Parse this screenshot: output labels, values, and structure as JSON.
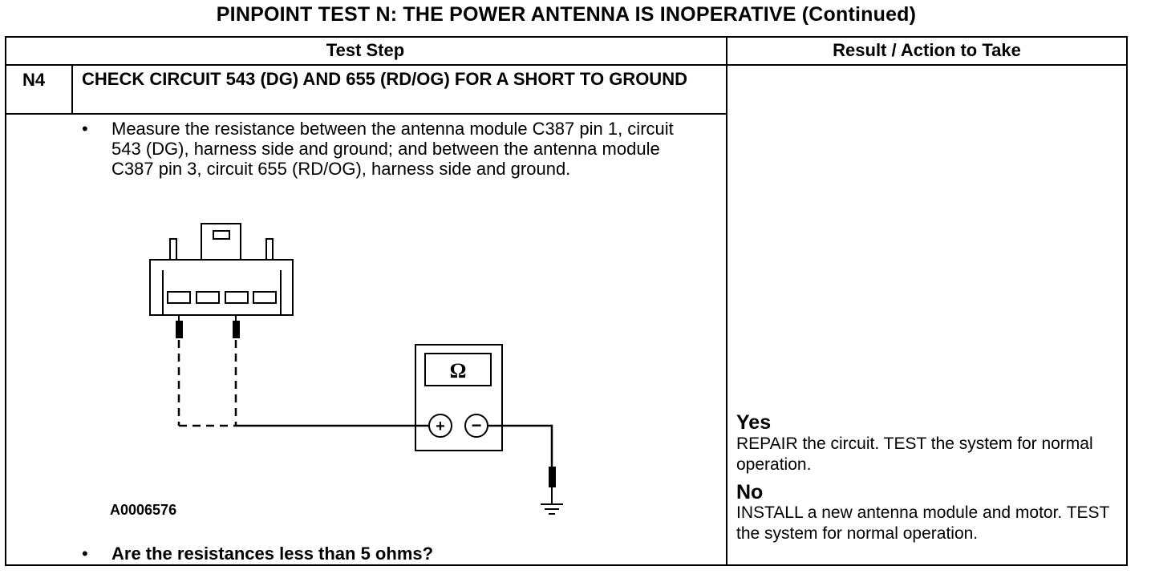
{
  "title": "PINPOINT TEST  N: THE POWER ANTENNA IS INOPERATIVE (Continued)",
  "headers": {
    "test_step": "Test Step",
    "result": "Result / Action to Take"
  },
  "step": {
    "id": "N4",
    "title": "CHECK CIRCUIT 543 (DG) AND 655 (RD/OG) FOR A SHORT TO GROUND",
    "bullet": "•",
    "instruction": "Measure the resistance between the antenna module C387 pin 1, circuit 543 (DG), harness side and ground; and between the antenna module C387 pin 3, circuit 655 (RD/OG), harness side and ground.",
    "figure_id": "A0006576",
    "question": "Are the resistances less than 5 ohms?"
  },
  "meter": {
    "symbol": "Ω",
    "plus": "+",
    "minus": "−"
  },
  "results": {
    "yes_label": "Yes",
    "yes_text": "REPAIR the circuit. TEST the system for normal operation.",
    "no_label": "No",
    "no_text": "INSTALL a new antenna module and motor. TEST the system for normal operation."
  }
}
